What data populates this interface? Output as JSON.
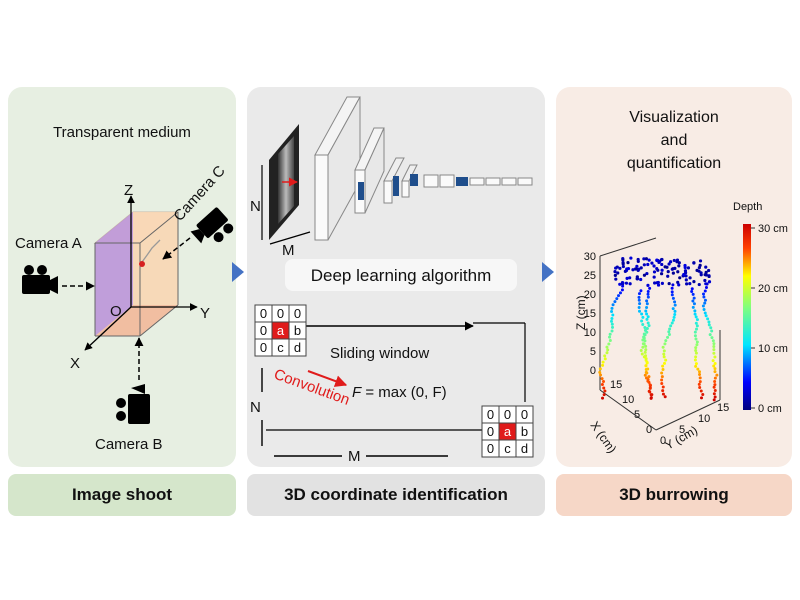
{
  "panel1": {
    "title": "Transparent medium",
    "cam_a": "Camera A",
    "cam_b": "Camera B",
    "cam_c": "Camera C",
    "axis_z": "Z",
    "axis_y": "Y",
    "axis_x": "X",
    "origin": "O",
    "label": "Image shoot"
  },
  "panel2": {
    "dim_n": "N",
    "dim_m": "M",
    "dl_box": "Deep learning algorithm",
    "sliding": "Sliding window",
    "formula_f": "F",
    "formula_rest": " = max (0, F)",
    "conv": "Convolution",
    "grid_cells": [
      "0",
      "0",
      "0",
      "0",
      "a",
      "b",
      "0",
      "c",
      "d"
    ],
    "label": "3D coordinate identification"
  },
  "panel3": {
    "title1": "Visualization",
    "title2": "and",
    "title3": "quantification",
    "depth": "Depth",
    "cb_ticks": [
      "30 cm",
      "20 cm",
      "10 cm",
      "0 cm"
    ],
    "z_label": "Z (cm)",
    "x_label": "X (cm)",
    "y_label": "Y (cm)",
    "z_ticks": [
      "30",
      "25",
      "20",
      "15",
      "10",
      "5",
      "0"
    ],
    "x_ticks": [
      "15",
      "10",
      "5",
      "0"
    ],
    "y_ticks": [
      "0",
      "5",
      "10",
      "15"
    ],
    "label": "3D burrowing"
  },
  "colors": {
    "panel1_bg": "#e7efe2",
    "panel2_bg": "#eaeaea",
    "panel3_bg": "#f8ece5",
    "arrow_blue": "#4472c4",
    "red": "#e01b1b"
  }
}
